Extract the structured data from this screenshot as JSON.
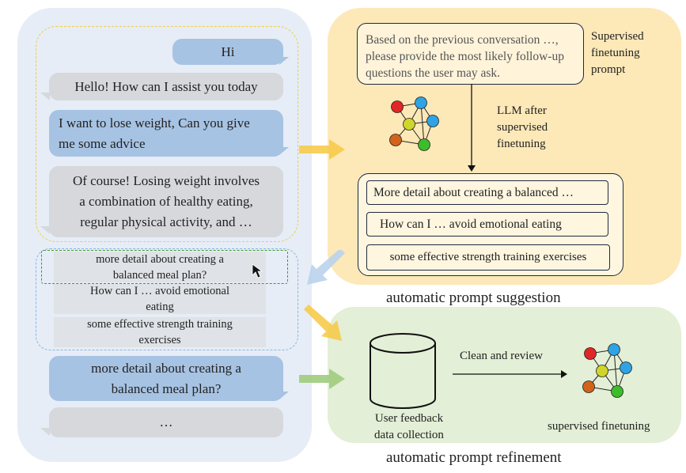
{
  "chat": {
    "user_hi": "Hi",
    "bot_hello": "Hello! How can I assist you today",
    "user_lose_weight_line1": "I want to lose weight, Can you give",
    "user_lose_weight_line2": "me some advice",
    "bot_reply_line1": "Of course! Losing weight involves",
    "bot_reply_line2": "a combination of healthy eating,",
    "bot_reply_line3": "regular physical activity, and …",
    "suggestions": [
      {
        "line1": "more detail about creating a",
        "line2": "balanced meal plan?"
      },
      {
        "line1": "How can I … avoid emotional",
        "line2": "eating"
      },
      {
        "line1": "some effective strength training",
        "line2": "exercises"
      }
    ],
    "user_selected_line1": "more detail about creating a",
    "user_selected_line2": "balanced meal plan?",
    "bot_ellipsis": "…"
  },
  "suggestion_panel": {
    "prompt_line1": "Based on the previous conversation …,",
    "prompt_line2": "please provide the most likely follow-up",
    "prompt_line3": "questions the user may ask.",
    "prompt_label_line1": "Supervised",
    "prompt_label_line2": "finetuning",
    "prompt_label_line3": "prompt",
    "llm_label_line1": "LLM after",
    "llm_label_line2": "supervised",
    "llm_label_line3": "finetuning",
    "outputs": [
      "More detail about creating a balanced …",
      "How can I … avoid emotional eating",
      "some effective strength training exercises"
    ],
    "caption": "automatic prompt suggestion"
  },
  "refine_panel": {
    "db_label_line1": "User feedback",
    "db_label_line2": "data collection",
    "arrow_label": "Clean and review",
    "model_label": "supervised finetuning",
    "caption": "automatic prompt refinement"
  },
  "colors": {
    "chat_bg": "#e6edf6",
    "suggestion_bg": "#fde8b8",
    "refine_bg": "#e3efd6",
    "user_bubble": "#a7c3e3",
    "bot_bubble": "#d6d8db",
    "node_red": "#e02626",
    "node_blue": "#2fa3e3",
    "node_yellow": "#cfd52a",
    "node_orange": "#d2631b",
    "node_green": "#3dbd2a"
  }
}
